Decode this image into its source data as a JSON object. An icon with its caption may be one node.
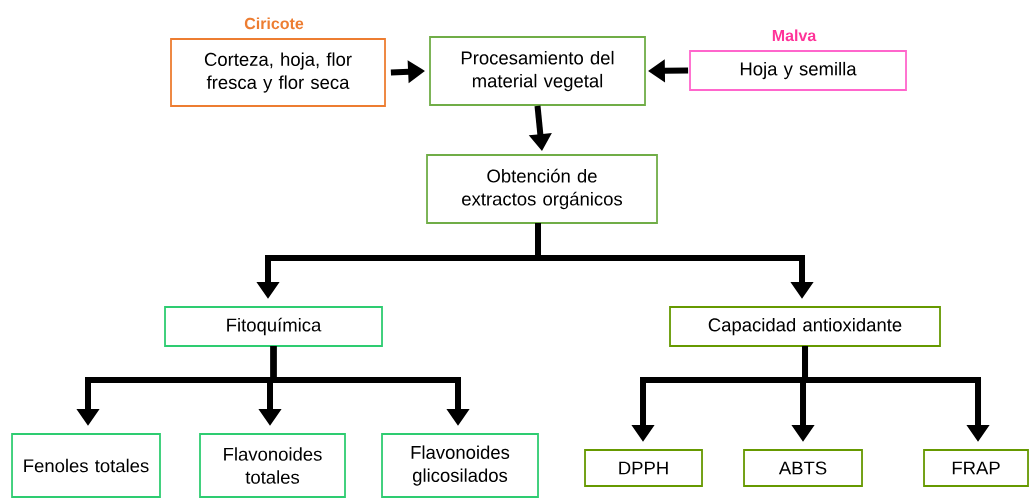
{
  "diagram": {
    "nodes": [
      {
        "text": [
          "Ciricote",
          "Corteza, hoja, flor fresca y flor seca"
        ]
      },
      {
        "text": [
          "Procesamiento del material vegetal"
        ]
      },
      {
        "text": [
          "Malva",
          "Hoja y semilla"
        ]
      },
      {
        "text": [
          "Obtención de extractos orgánicos"
        ]
      },
      {
        "text": [
          "Fitoquímica"
        ]
      },
      {
        "text": [
          "Capacidad antioxidante"
        ]
      },
      {
        "text": [
          "Fenoles totales"
        ]
      },
      {
        "text": [
          "Flavonoides totales"
        ]
      },
      {
        "text": [
          "Flavonoides glicosilados"
        ]
      },
      {
        "text": [
          "DPPH"
        ]
      },
      {
        "text": [
          "ABTS"
        ]
      },
      {
        "text": [
          "FRAP"
        ]
      }
    ],
    "edges": [
      {
        "from": 0,
        "to": 1,
        "arrow": "to"
      },
      {
        "from": 2,
        "to": 1,
        "arrow": "to"
      },
      {
        "from": 1,
        "to": 3,
        "arrow": "to"
      },
      {
        "from": 3,
        "to": 4,
        "arrow": "to"
      },
      {
        "from": 3,
        "to": 5,
        "arrow": "to"
      },
      {
        "from": 4,
        "to": 6,
        "arrow": "to"
      },
      {
        "from": 4,
        "to": 7,
        "arrow": "to"
      },
      {
        "from": 4,
        "to": 8,
        "arrow": "to"
      },
      {
        "from": 5,
        "to": 9,
        "arrow": "to"
      },
      {
        "from": 5,
        "to": 10,
        "arrow": "to"
      },
      {
        "from": 5,
        "to": 11,
        "arrow": "to"
      }
    ]
  }
}
